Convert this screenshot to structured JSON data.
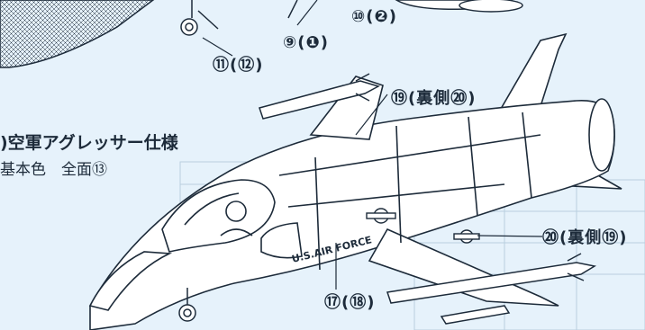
{
  "callouts": {
    "c1": "⑪(⑫)",
    "c2": "⑨(❶)",
    "c3": "⑩(❷)",
    "c4": "⑲(裏側⑳)",
    "c5": "⑳(裏側⑲)",
    "c6": "⑰(⑱)"
  },
  "spec": {
    "title": ")空軍アグレッサー仕様",
    "color_line": "基本色　全面⑬"
  },
  "aircraft": {
    "fuselage_text": "U.S.AIR FORCE"
  },
  "colors": {
    "paper": "#e6f2fb",
    "ink": "#1d2b3a",
    "faint": "#9fb7c9"
  }
}
